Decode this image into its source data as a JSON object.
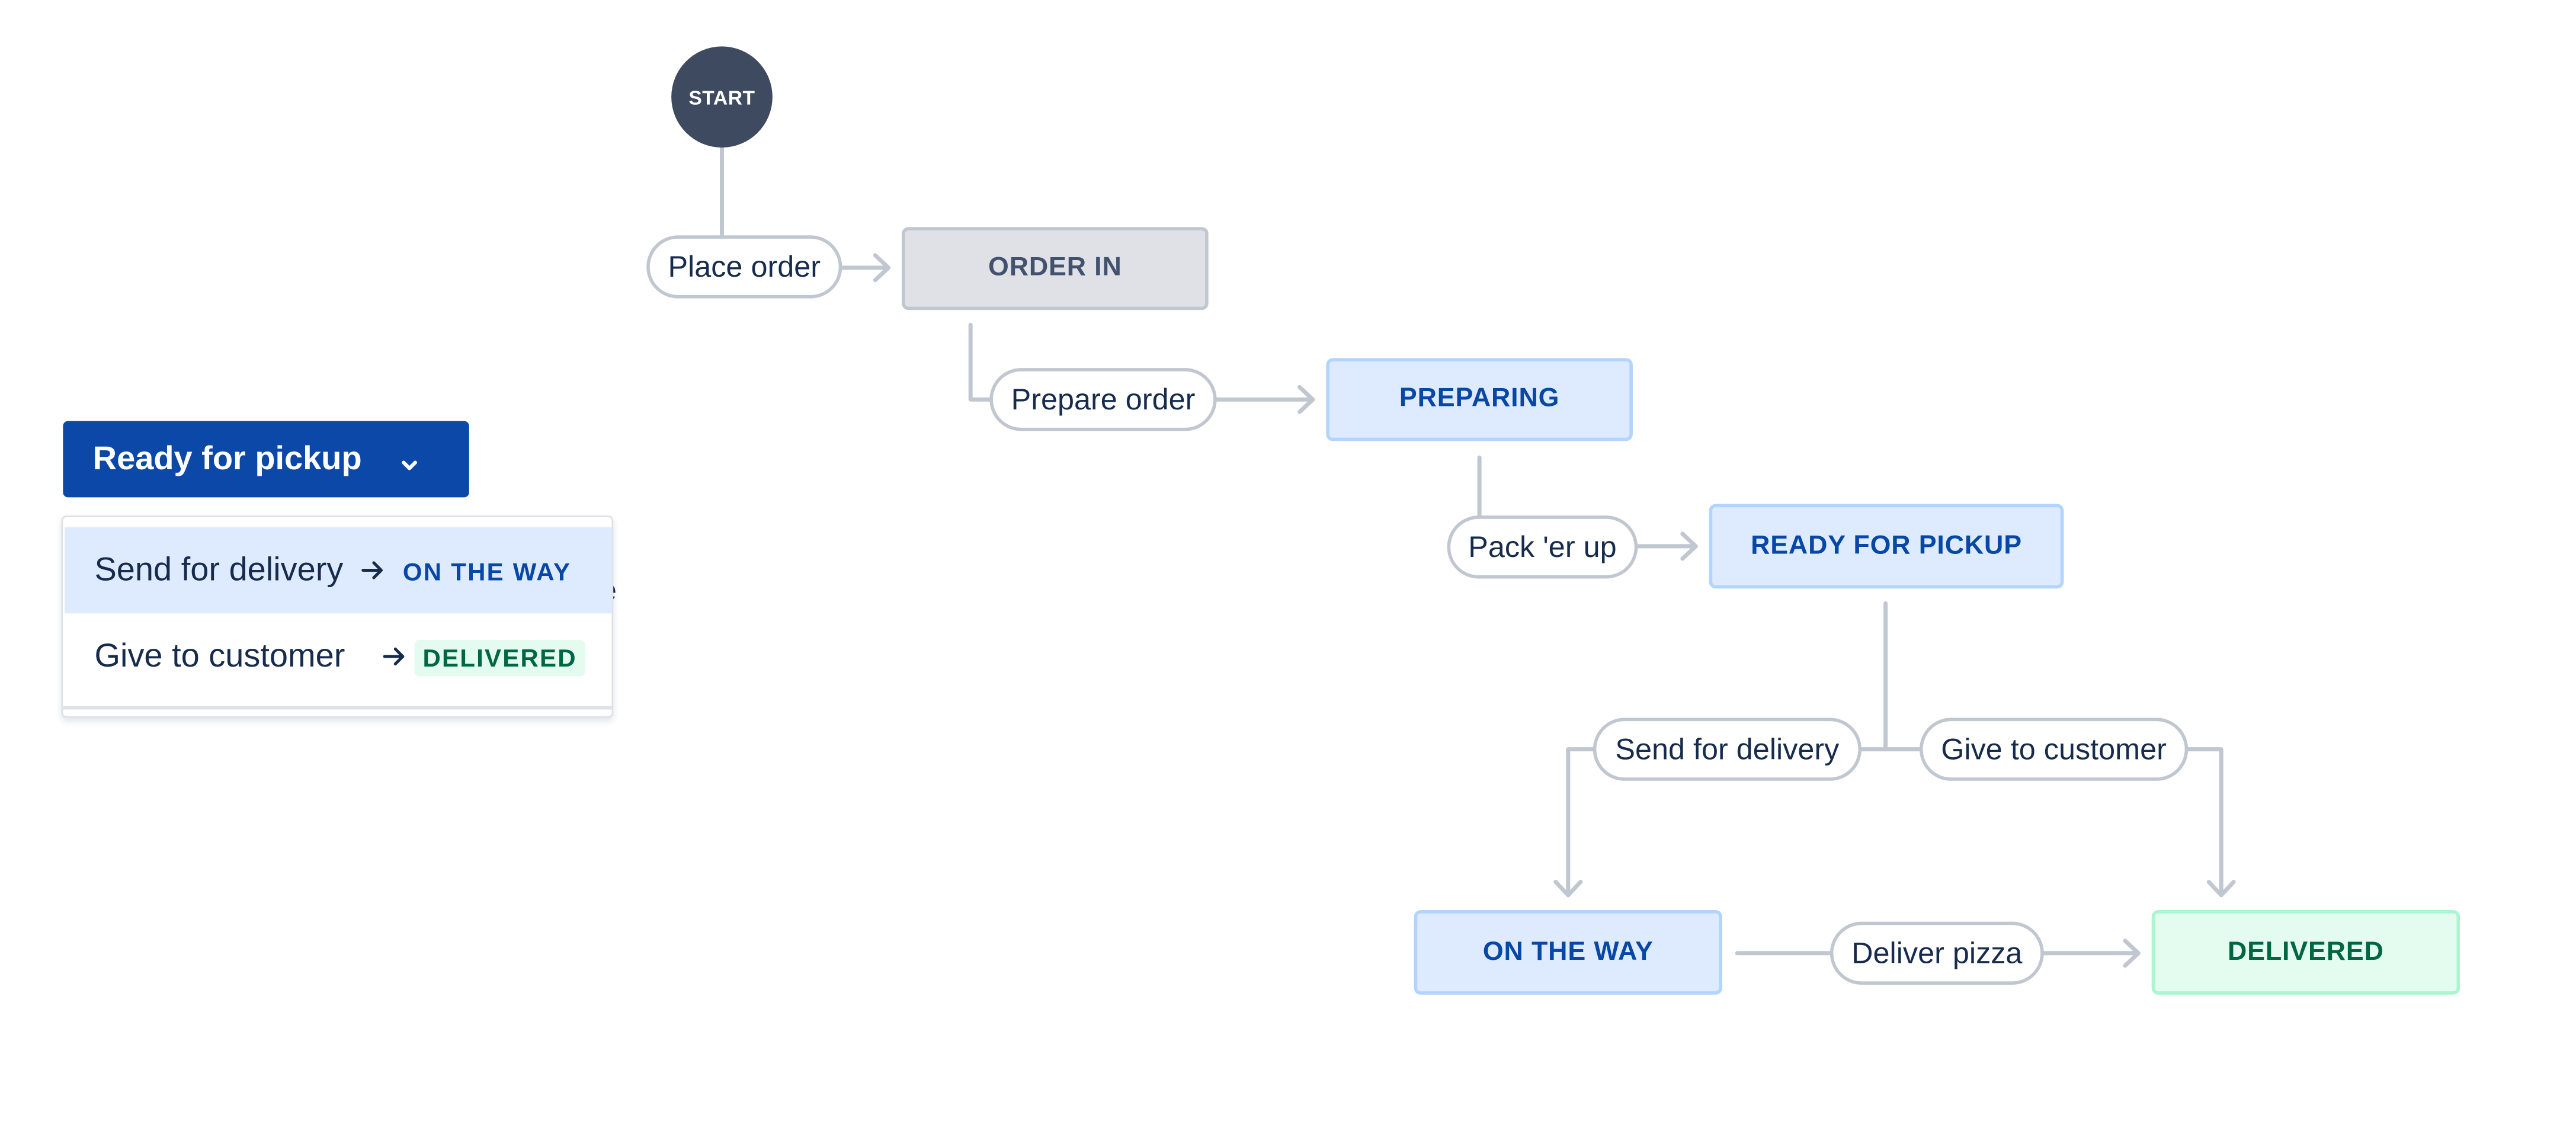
{
  "workflow": {
    "start_label": "START",
    "statuses": {
      "order_in": "ORDER IN",
      "preparing": "PREPARING",
      "ready_for_pickup": "READY FOR PICKUP",
      "on_the_way": "ON THE WAY",
      "delivered": "DELIVERED"
    },
    "transitions": {
      "place_order": "Place order",
      "prepare_order": "Prepare order",
      "pack_er_up": "Pack 'er up",
      "send_for_delivery": "Send for delivery",
      "give_to_customer": "Give to customer",
      "deliver_pizza": "Deliver pizza"
    }
  },
  "status_button": {
    "label": "Ready for pickup",
    "icon": "chevron-down-icon"
  },
  "transition_menu": {
    "items": [
      {
        "label": "Send for delivery",
        "target": "ON THE WAY",
        "target_color": "blue",
        "highlighted": true
      },
      {
        "label": "Give to customer",
        "target": "DELIVERED",
        "target_color": "green",
        "highlighted": false
      }
    ],
    "clipped_text": "e"
  },
  "colors": {
    "primary_button": "#0c48a8",
    "start_node": "#3d4a5f",
    "connector": "#c1c7d0",
    "blue_status_bg": "#deebff",
    "blue_status_text": "#0747a6",
    "green_status_bg": "#e3fcef",
    "green_status_text": "#006644",
    "gray_status_bg": "#dfe1e6",
    "gray_status_text": "#42526e"
  }
}
